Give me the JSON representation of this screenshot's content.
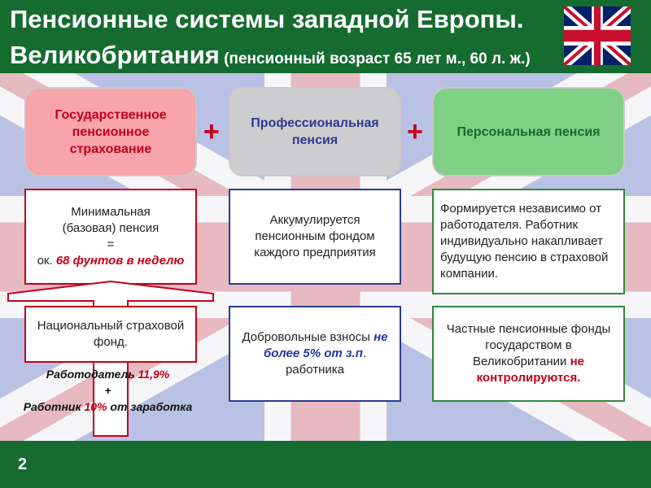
{
  "header": {
    "title_line1": "Пенсионные системы западной Европы.",
    "title_line2": "Великобритания",
    "title_line2_sub": " (пенсионный возраст 65 лет м., 60 л. ж.)"
  },
  "pillars": {
    "state": "Государственное пенсионное страхование",
    "plus1": "+",
    "professional": "Профессиональная пенсия",
    "plus2": "+",
    "personal": "Персональная пенсия"
  },
  "boxes": {
    "min_pension": {
      "line1": "Минимальная",
      "line2": "(базовая) пенсия",
      "line3": "=",
      "line4_prefix": "ок. ",
      "line4_em": "68 фунтов в неделю"
    },
    "accumulated": "Аккумулируется пенсионным фондом каждого предприятия",
    "personal_desc": "Формируется независимо от работодателя. Работник индивидуально накапливает будущую пенсию в страховой компании.",
    "national_fund": "Национальный страховой фонд.",
    "voluntary": {
      "prefix": "Добровольные взносы ",
      "em": "не более 5% от з.п",
      "suffix": ". работника"
    },
    "private_funds": {
      "prefix": "Частные пенсионные фонды государством в Великобритании ",
      "em": "не контролируются."
    }
  },
  "contributions": {
    "employer_label": "Работодатель ",
    "employer_rate": "11,9%",
    "plus": "+",
    "employee_label": "Работник ",
    "employee_rate": "10%",
    "employee_suffix": " от заработка"
  },
  "footer": {
    "page_number": "2"
  },
  "colors": {
    "green": "#156b30",
    "red": "#c3001a",
    "blue": "#2a3b8f"
  }
}
